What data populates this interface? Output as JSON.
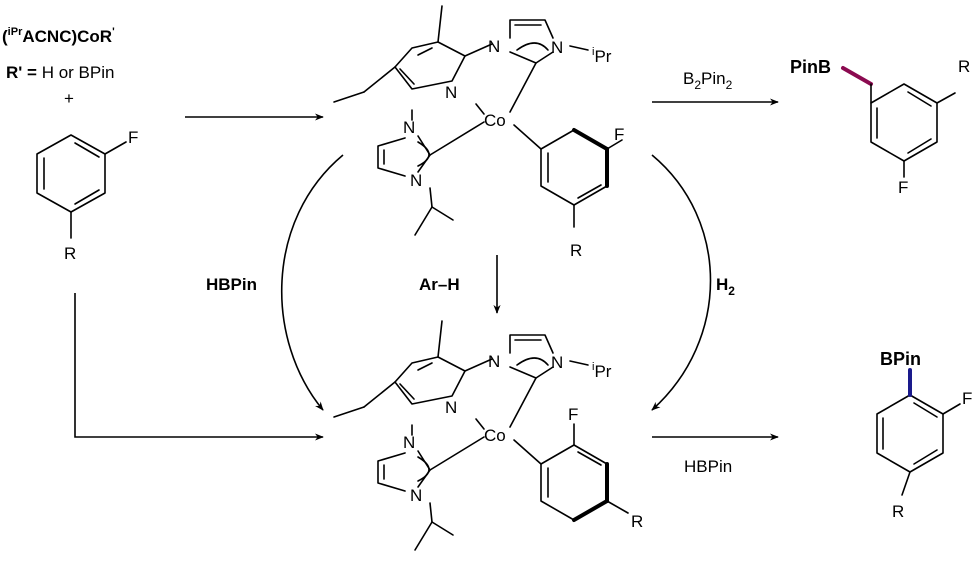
{
  "colors": {
    "boron_top": "#8b0a50",
    "boron_bottom": "#1a1a8c",
    "ink": "#000000"
  },
  "reagents": {
    "catalyst": {
      "pre": "(",
      "sup": "iPr",
      "main": "ACNC)CoR",
      "prime": "'"
    },
    "r_def": {
      "bold": "R' =",
      "rest": " H or BPin"
    },
    "plus": "+"
  },
  "atoms": {
    "F": "F",
    "R": "R",
    "N": "N",
    "Co": "Co",
    "ipr_i": "i",
    "ipr_Pr": "Pr"
  },
  "conditions": {
    "b2pin2": {
      "B": "B",
      "s1": "2",
      "Pin": "Pin",
      "s2": "2"
    },
    "hbpin_left": "HBPin",
    "arh": "Ar–H",
    "h2": {
      "H": "H",
      "s": "2"
    },
    "hbpin_bottom": "HBPin"
  },
  "products": {
    "top_boryl": "PinB",
    "bottom_boryl": "BPin"
  }
}
